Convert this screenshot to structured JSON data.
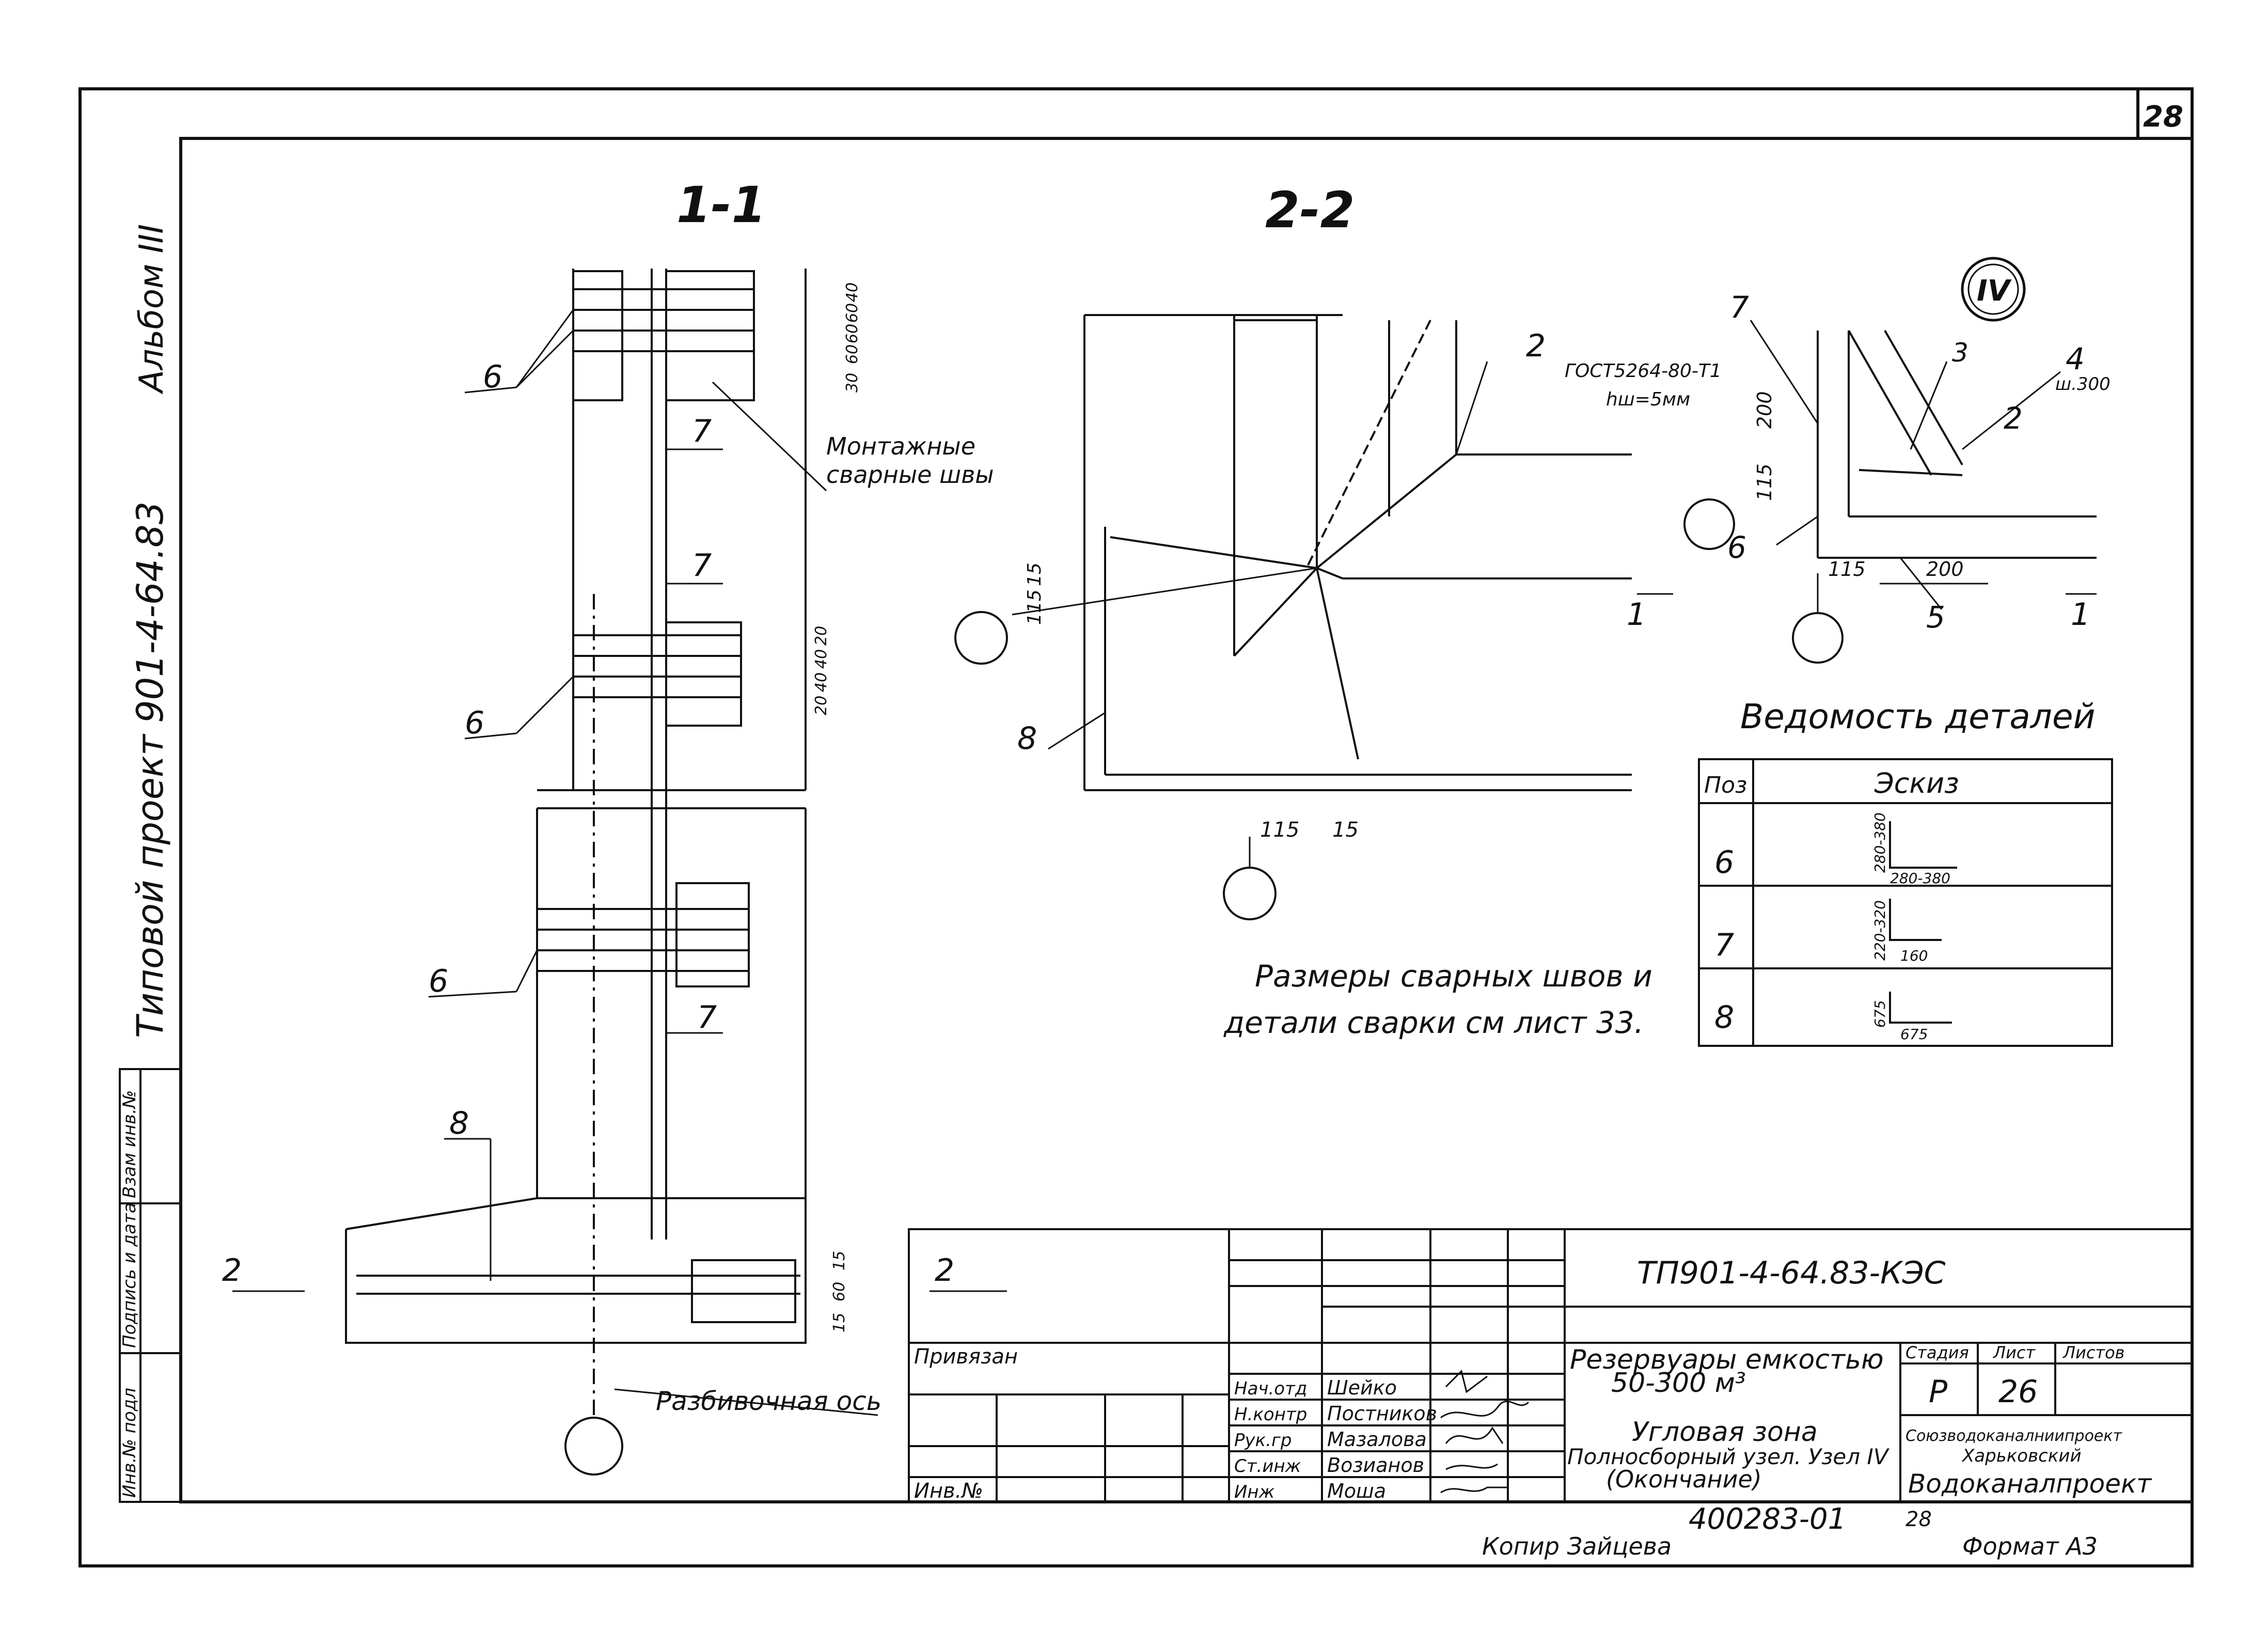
{
  "sheet": {
    "number": "28",
    "format_label": "Формат А3",
    "copied_by": "Копир Зайцева",
    "inventory_stamp": "400283-01",
    "inventory_sheet": "28"
  },
  "left_margin": {
    "album": "Альбом III",
    "project": "Типовой проект 901-4-64.83",
    "stamp_cells": [
      "Взам инв.№",
      "Подпись и дата",
      "Инв.№ подл"
    ]
  },
  "section_1": {
    "title": "1-1",
    "callout_6": "6",
    "callout_7": "7",
    "callout_8": "8",
    "welds_label_1": "Монтажные",
    "welds_label_2": "сварные швы",
    "axis_label": "Разбивочная ось",
    "cut_label": "2",
    "dims_top": [
      "40",
      "60",
      "60",
      "60",
      "30"
    ],
    "dims_mid": [
      "20",
      "40",
      "40",
      "20"
    ],
    "dims_bottom": [
      "15",
      "60",
      "15"
    ]
  },
  "section_2": {
    "title": "2-2",
    "callout_2": "2",
    "callout_8": "8",
    "gost_label": "ГОСТ5264-80-Т1",
    "weld_size": "hш=5мм",
    "dim_115": "115",
    "dim_15": "15"
  },
  "node_iv": {
    "label": "IV",
    "callouts": [
      "7",
      "3",
      "4",
      "2",
      "6",
      "5",
      "1"
    ],
    "pitch_label": "ш.300",
    "dims": [
      "200",
      "115",
      "115",
      "200"
    ],
    "cut_label": "1"
  },
  "schedule": {
    "title": "Ведомость деталей",
    "col_pos": "Поз",
    "col_sketch": "Эскиз",
    "rows": [
      {
        "pos": "6",
        "dim_v": "280-380",
        "dim_h": "280-380"
      },
      {
        "pos": "7",
        "dim_v": "220-320",
        "dim_h": "160"
      },
      {
        "pos": "8",
        "dim_v": "675",
        "dim_h": "675"
      }
    ]
  },
  "note": {
    "line1": "Размеры сварных швов и",
    "line2": "детали сварки см лист 33."
  },
  "title_block": {
    "code": "ТП901-4-64.83-КЭС",
    "attached_label": "Привязан",
    "inv_label": "Инв.№",
    "roles": [
      {
        "role": "Нач.отд",
        "name": "Шейко"
      },
      {
        "role": "Н.контр",
        "name": "Постников"
      },
      {
        "role": "Рук.гр",
        "name": "Мазалова"
      },
      {
        "role": "Ст.инж",
        "name": "Возианов"
      },
      {
        "role": "Инж",
        "name": "Моша"
      }
    ],
    "object_1": "Резервуары емкостью",
    "object_2": "50-300 м³",
    "sheet_title_1": "Угловая зона",
    "sheet_title_2": "Полносборный узел. Узел IV",
    "sheet_title_3": "(Окончание)",
    "stage_hdr": "Стадия",
    "sheet_hdr": "Лист",
    "sheets_hdr": "Листов",
    "stage": "Р",
    "sheet_no": "26",
    "org_1": "Союзводоканалниипроект",
    "org_2": "Харьковский",
    "org_3": "Водоканалпроект"
  }
}
